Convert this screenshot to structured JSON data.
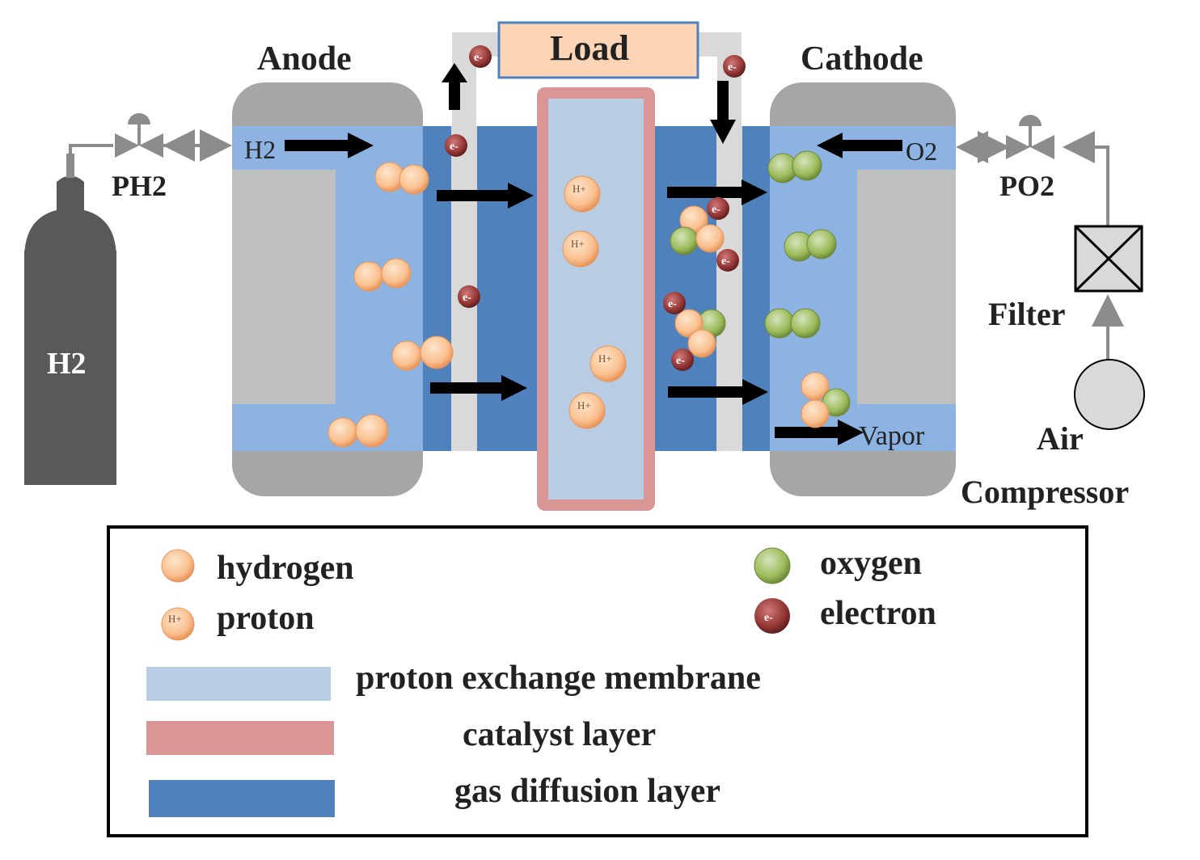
{
  "labels": {
    "anode": "Anode",
    "cathode": "Cathode",
    "load": "Load",
    "tank": "H2",
    "valve_h2": "PH2",
    "valve_o2": "PO2",
    "h2_inlet": "H2",
    "o2_inlet": "O2",
    "vapor": "Vapor",
    "filter": "Filter",
    "air": "Air",
    "compressor": "Compressor",
    "proton_symbol": "H+",
    "electron_symbol": "e-"
  },
  "legend": {
    "hydrogen": "hydrogen",
    "proton": "proton",
    "oxygen": "oxygen",
    "electron": "electron",
    "membrane": "proton exchange membrane",
    "catalyst": "catalyst layer",
    "gdl": "gas diffusion layer"
  },
  "colors": {
    "flow_channel": "#8db3e2",
    "gas_diffusion_layer": "#4f81bd",
    "membrane": "#b8cce4",
    "catalyst_layer": "#d99694",
    "end_plate": "#a6a6a6",
    "hydrogen": "#fac08f",
    "oxygen": "#9bbb59",
    "electron": "#943634",
    "tank": "#595959"
  },
  "icons": [
    "gas-cylinder-icon",
    "valve-icon",
    "filter-icon",
    "compressor-icon",
    "arrow-icon"
  ]
}
